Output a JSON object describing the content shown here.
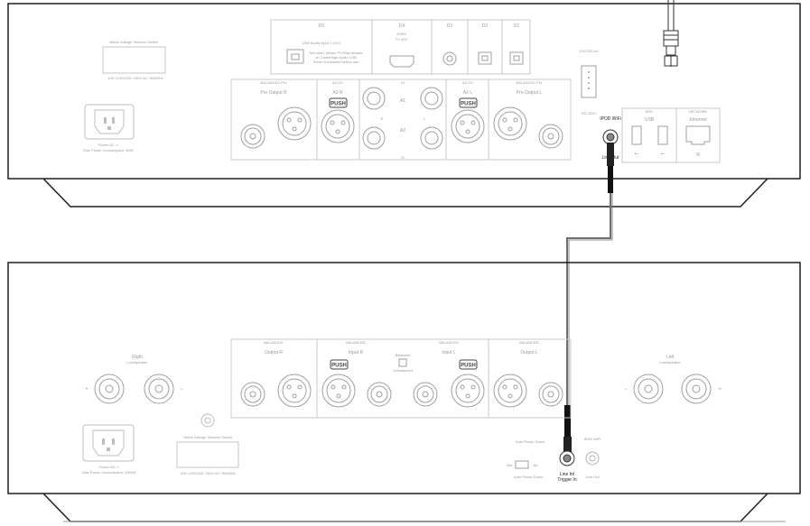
{
  "top_unit": {
    "mains_switch_title": "Mains Voltage Selector Switch",
    "mains_switch_values": "100~120V/220~240V AC~50/60Hz",
    "power_label": "Power AC ∿",
    "power_consumption": "Max Power Consumption: 40W",
    "d5_label": "D5",
    "usb_audio_label": "USB Audio Input 1.0/2.0",
    "usb_audio_note_1": "Not used, please PC/Mac always",
    "usb_audio_note_2": "on Cambridge Audio USB",
    "usb_audio_note_3": "Driver is installed before use",
    "d4_label": "D4",
    "earc_label": "EARC",
    "tv_arc_label": "TV ARC",
    "d3_label": "D3",
    "d2_label": "D2",
    "d1_label": "D1",
    "rs232_label": "12V/232•Vu",
    "rs232c_label": "RS-232C",
    "pre_output_r_group": "BALANCED Pre",
    "pre_output_r_label": "Pre Output R",
    "a3_r_label": "A3 R",
    "a3_group": "A3 OV",
    "push_label": "PUSH",
    "a1_label": "A1",
    "a2_label": "A2",
    "r_label": "R",
    "l_label": "L",
    "a2_l_label": "A2 L",
    "pre_output_l_group": "BALANCED Pre",
    "pre_output_l_label": "Pre Output L",
    "io_label": "IO",
    "bottom_io_label": "IV",
    "ipod_label": "IPOD WiFi",
    "line_out_label": "Line Out",
    "bsd_label": "BSD",
    "usb_label": "USB",
    "network_label": "NETWORK",
    "ethernet_label": "Ethernet"
  },
  "bottom_unit": {
    "right_speaker_label": "Right",
    "right_speaker_sub": "Loudspeaker",
    "left_speaker_label": "Left",
    "left_speaker_sub": "Loudspeaker",
    "plus": "+",
    "minus": "−",
    "output_r_group": "BALANCED",
    "output_r_label": "Output R",
    "input_r_group": "BALANCED",
    "input_r_label": "Input R",
    "balanced_label": "Balanced",
    "unbalanced_label": "Unbalanced",
    "input_l_group": "BALANCED",
    "input_l_label": "Input L",
    "output_l_group": "BALANCED",
    "output_l_label": "Output L",
    "push_label": "PUSH",
    "power_label": "Power AC ∿",
    "power_consumption": "Max Power Consumption: 1500W",
    "mains_switch_title": "Mains Voltage Selector Switch",
    "mains_switch_values": "100~120V/220~240V AC~50/60Hz",
    "auto_power_down": "Auto Power Down",
    "auto_power_yes": "Yes",
    "auto_power_no": "No",
    "line_in_trigger_1": "Line In/",
    "line_in_trigger_2": "Trigger In",
    "line_out_label": "Line Out",
    "trigger_group_label": "IR/IO WiFi"
  },
  "colors": {
    "outline": "#1e1e1e",
    "panel_line": "#bcbcbc",
    "cable": "#6e6e6e",
    "plug": "#222222"
  }
}
